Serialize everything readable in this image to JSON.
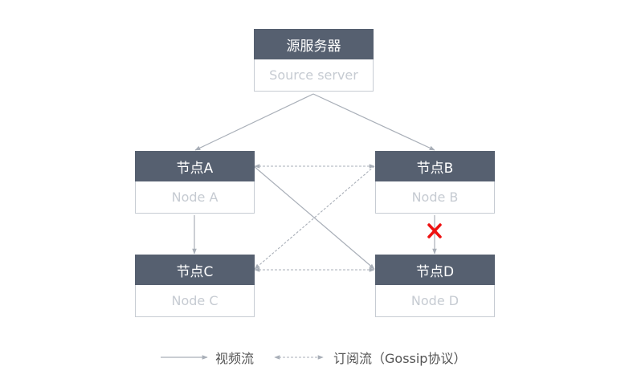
{
  "nodes": {
    "source": {
      "title": "源服务器",
      "subtitle": "Source server"
    },
    "a": {
      "title": "节点A",
      "subtitle": "Node A"
    },
    "b": {
      "title": "节点B",
      "subtitle": "Node B"
    },
    "c": {
      "title": "节点C",
      "subtitle": "Node C"
    },
    "d": {
      "title": "节点D",
      "subtitle": "Node D"
    }
  },
  "edges": [
    {
      "from": "source",
      "to": "a",
      "style": "solid"
    },
    {
      "from": "source",
      "to": "b",
      "style": "solid"
    },
    {
      "from": "a",
      "to": "c",
      "style": "solid"
    },
    {
      "from": "a",
      "to": "d",
      "style": "solid"
    },
    {
      "from": "b",
      "to": "d",
      "style": "solid",
      "status": "broken"
    },
    {
      "from": "a",
      "to": "b",
      "style": "dashed",
      "bidirectional": true
    },
    {
      "from": "b",
      "to": "c",
      "style": "dashed"
    },
    {
      "from": "c",
      "to": "d",
      "style": "dashed",
      "bidirectional": true
    }
  ],
  "legend": {
    "video_stream": "视频流",
    "subscription_stream": "订阅流（Gossip协议）"
  },
  "colors": {
    "node_header": "#566070",
    "line": "#a9afb8",
    "broken_mark": "#ee1111"
  },
  "icons": {
    "broken": "red-x-icon"
  }
}
